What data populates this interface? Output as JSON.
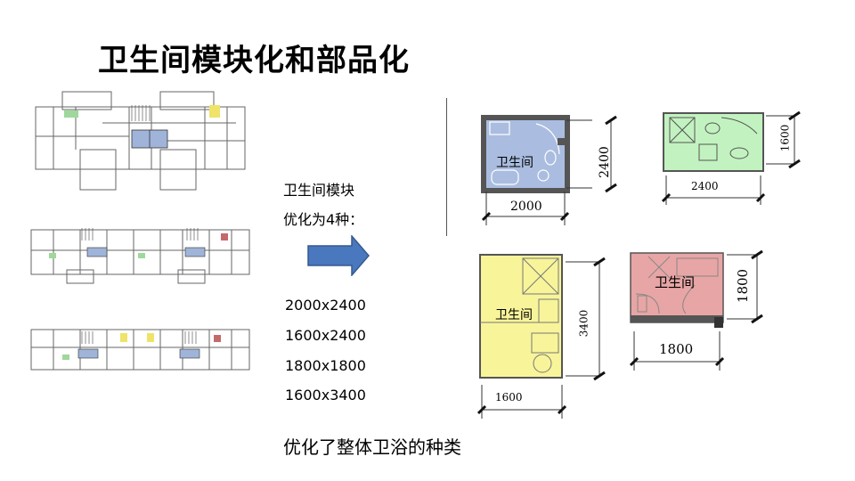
{
  "slide": {
    "title": "卫生间模块化和部品化",
    "intro_line1": "卫生间模块",
    "intro_line2": "优化为4种：",
    "sizes": [
      "2000x2400",
      "1600x2400",
      "1800x1800",
      "1600x3400"
    ],
    "footer": "优化了整体卫浴的种类"
  },
  "rooms": {
    "blue": {
      "label": "卫生间",
      "width": "2000",
      "height": "2400",
      "color": "#aabde0"
    },
    "green": {
      "width": "2400",
      "height": "1600",
      "color": "#c2f2c0"
    },
    "yellow": {
      "label": "卫生间",
      "width": "1600",
      "height": "3400",
      "color": "#f8f49a"
    },
    "red": {
      "label": "卫生间",
      "width": "1800",
      "height": "1800",
      "color": "#e8a5a5"
    }
  },
  "colors": {
    "arrow": "#4a78be",
    "wall": "#555555"
  }
}
